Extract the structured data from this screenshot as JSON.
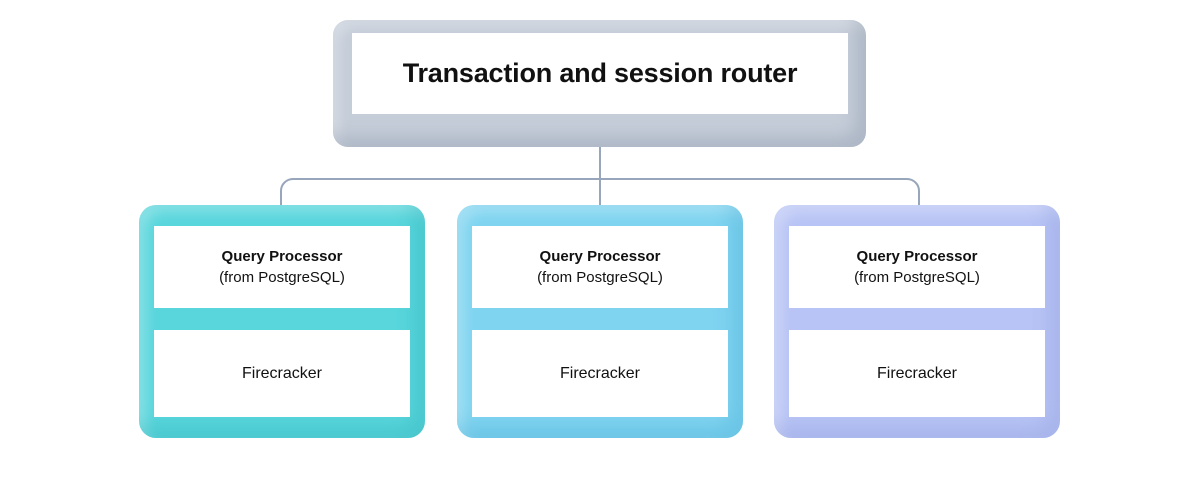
{
  "diagram": {
    "type": "architecture-block-diagram",
    "background_color": "#ffffff",
    "router": {
      "title": "Transaction and session router",
      "outer_color": "#c5cdd9",
      "inner_color": "#ffffff"
    },
    "connector": {
      "line_color": "#98a6bb",
      "dot_color": "#4a5568",
      "style": "orthogonal-bus-with-rounded-corners"
    },
    "cards": [
      {
        "title": "Query Processor",
        "subtitle": "(from PostgreSQL)",
        "runtime": "Firecracker",
        "color": "#58d6dc"
      },
      {
        "title": "Query Processor",
        "subtitle": "(from PostgreSQL)",
        "runtime": "Firecracker",
        "color": "#7fd4f0"
      },
      {
        "title": "Query Processor",
        "subtitle": "(from PostgreSQL)",
        "runtime": "Firecracker",
        "color": "#b8c4f5"
      }
    ]
  }
}
